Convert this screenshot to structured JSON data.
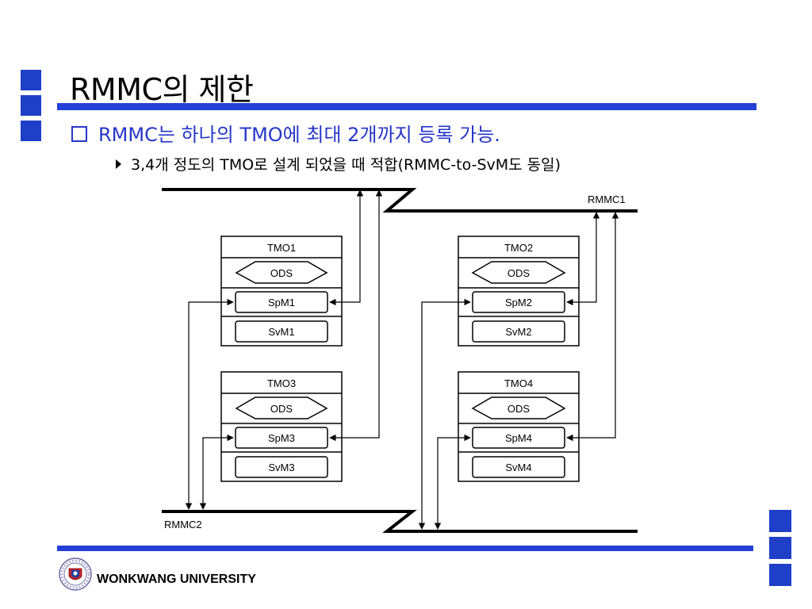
{
  "slide": {
    "title": "RMMC의 제한",
    "bullet1": "RMMC는 하나의 TMO에 최대 2개까지 등록 가능.",
    "bullet2": "3,4개 정도의 TMO로 설계 되었을 때 적합(RMMC-to-SvM도 동일)"
  },
  "diagram": {
    "bus_top_label": "RMMC1",
    "bus_bottom_label": "RMMC2",
    "tmos": [
      {
        "name": "TMO1",
        "ods": "ODS",
        "spm": "SpM1",
        "svm": "SvM1"
      },
      {
        "name": "TMO2",
        "ods": "ODS",
        "spm": "SpM2",
        "svm": "SvM2"
      },
      {
        "name": "TMO3",
        "ods": "ODS",
        "spm": "SpM3",
        "svm": "SvM3"
      },
      {
        "name": "TMO4",
        "ods": "ODS",
        "spm": "SpM4",
        "svm": "SvM4"
      }
    ]
  },
  "footer": {
    "university": "WONKWANG UNIVERSITY"
  },
  "colors": {
    "accent": "#2440d8",
    "bullet_text": "#2636c8"
  },
  "icons": {
    "bullet1": "hollow-square-bullet",
    "bullet2": "triangle-bullet",
    "logo": "university-seal-icon"
  }
}
